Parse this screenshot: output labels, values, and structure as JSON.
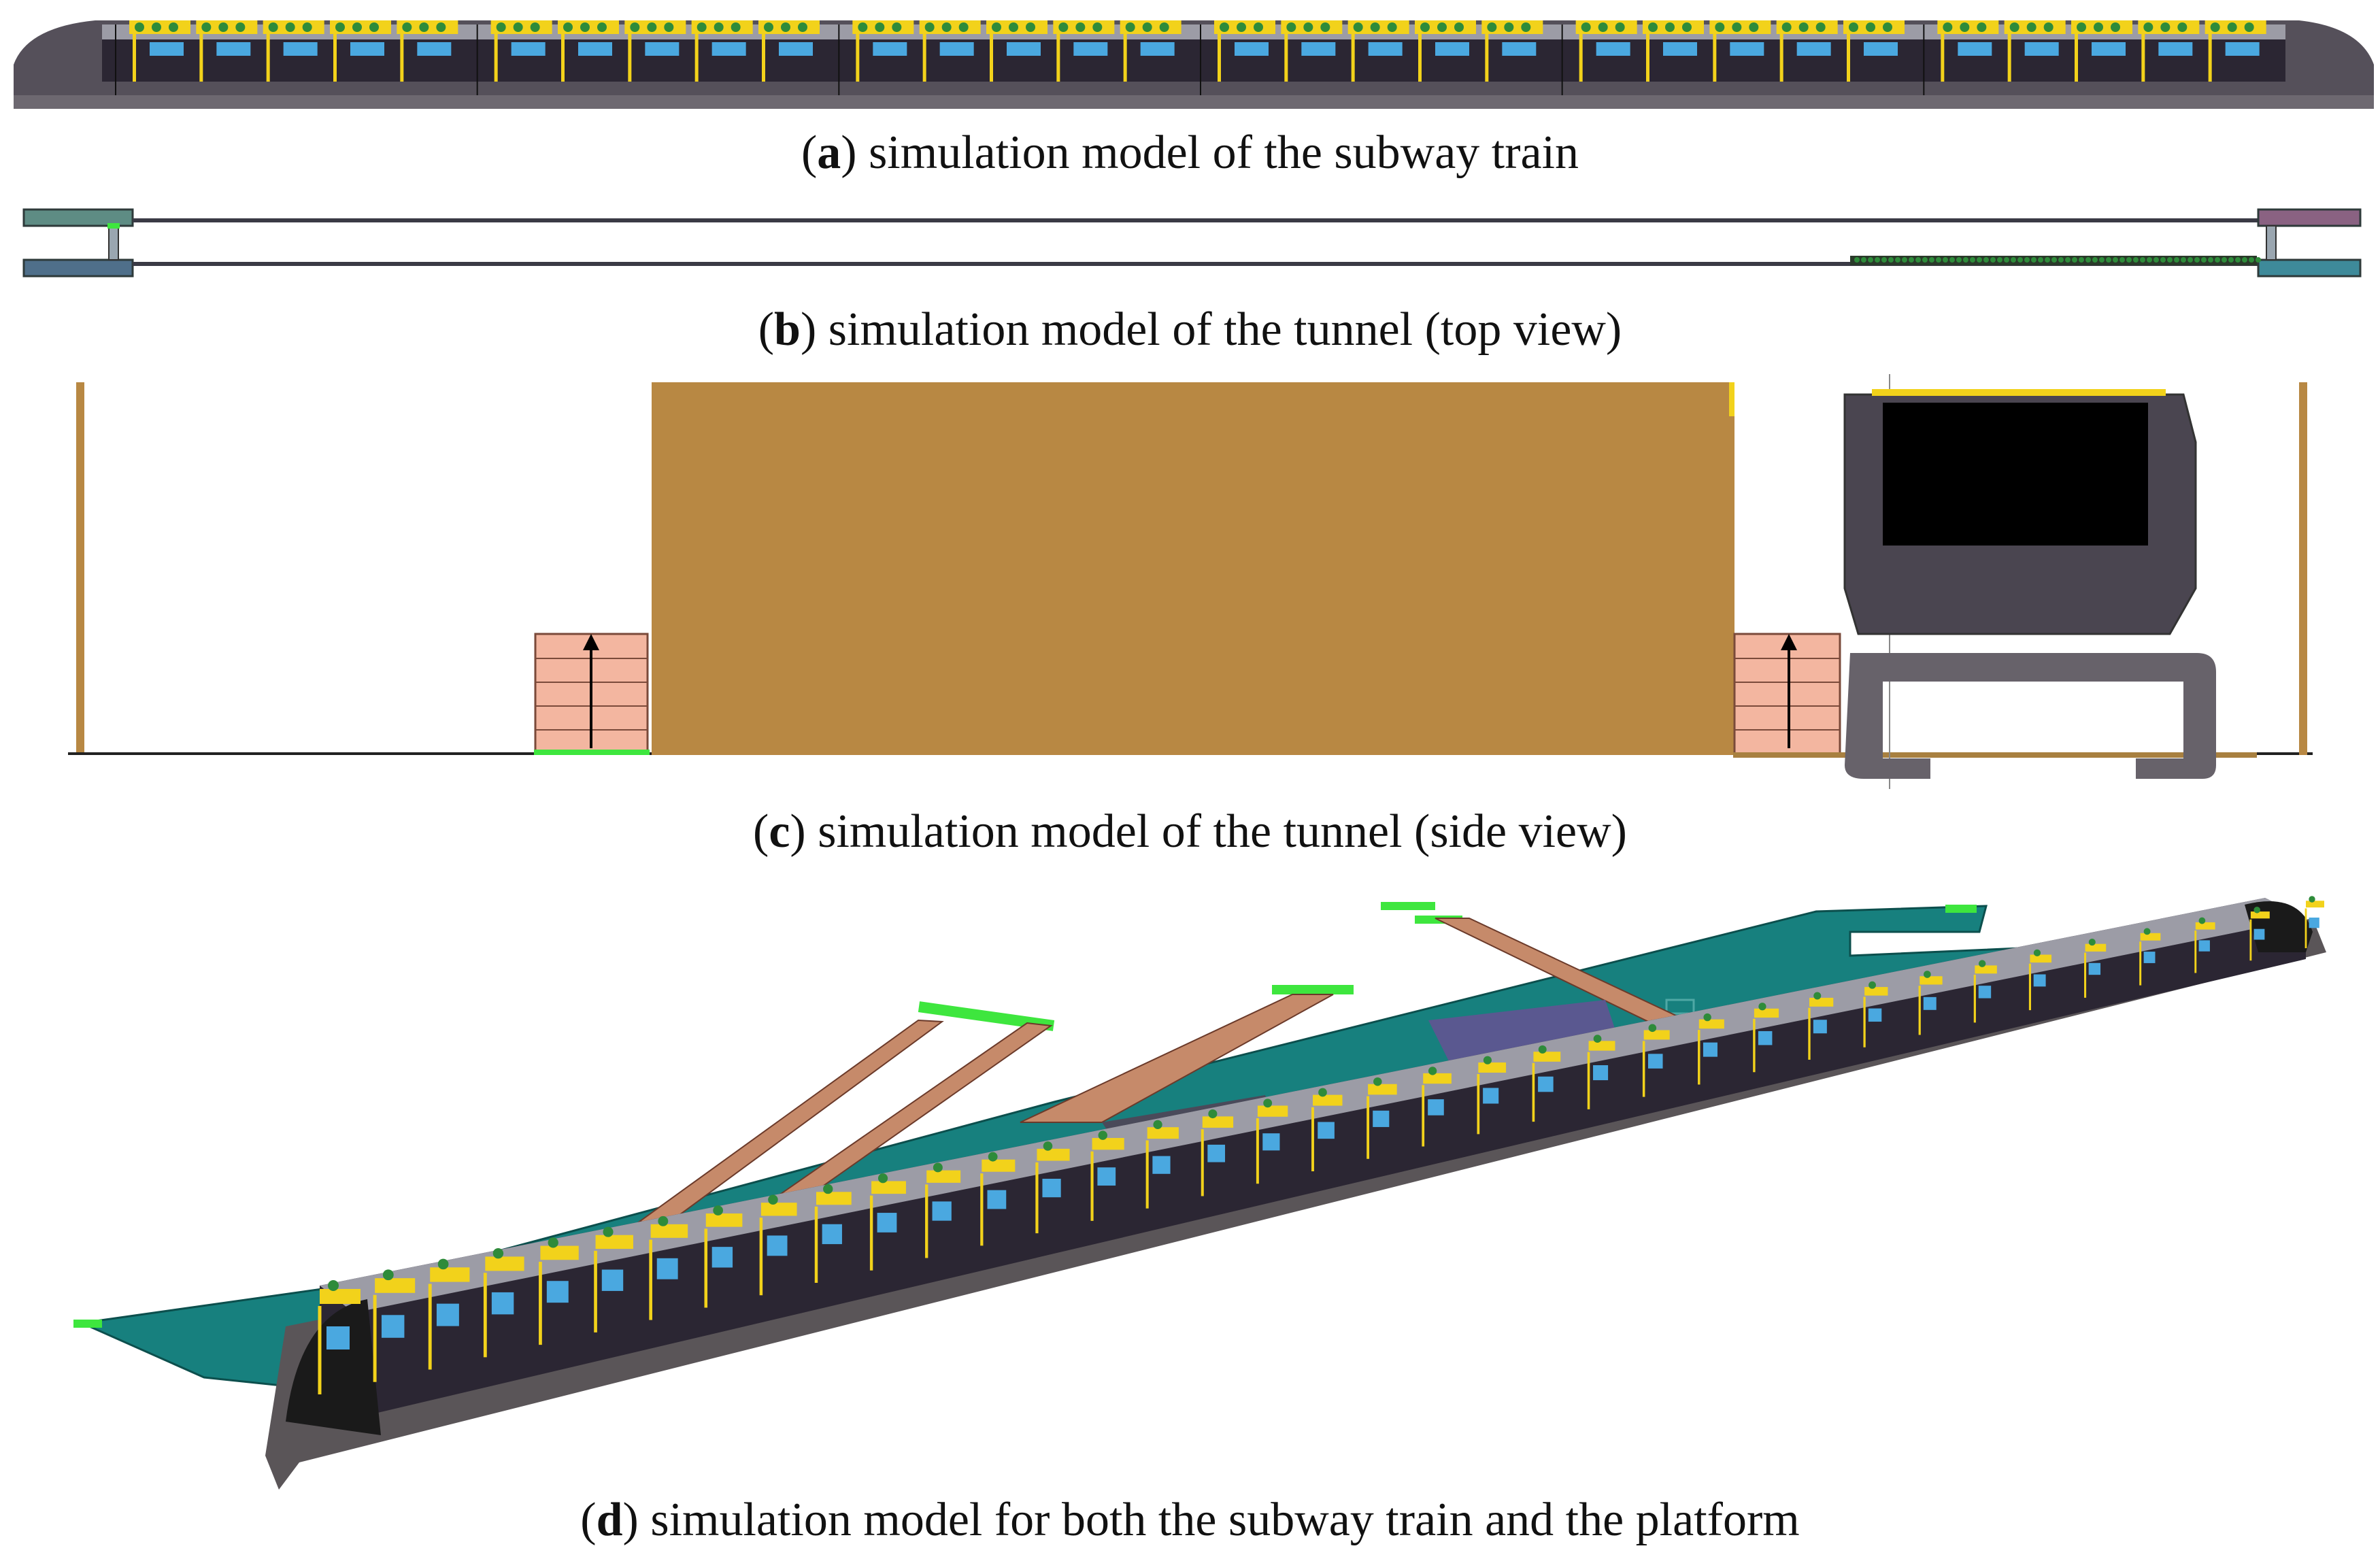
{
  "panels": [
    {
      "letter": "a",
      "caption": "simulation model of the subway train"
    },
    {
      "letter": "b",
      "caption": "simulation model of the tunnel (top view)"
    },
    {
      "letter": "c",
      "caption": "simulation model of the tunnel (side view)"
    },
    {
      "letter": "d",
      "caption": "simulation model for both the subway train and the platform"
    }
  ],
  "colors": {
    "train_body": "#3b3540",
    "train_roof": "#9c9ca6",
    "yellow": "#f2d21b",
    "blue_window": "#4aa8e0",
    "green_person": "#2e8b3a",
    "tunnel_wall": "#b88843",
    "stairs": "#f3b6a0",
    "platform": "#17807e",
    "exit_green": "#3ee63e"
  },
  "car_count": 6
}
